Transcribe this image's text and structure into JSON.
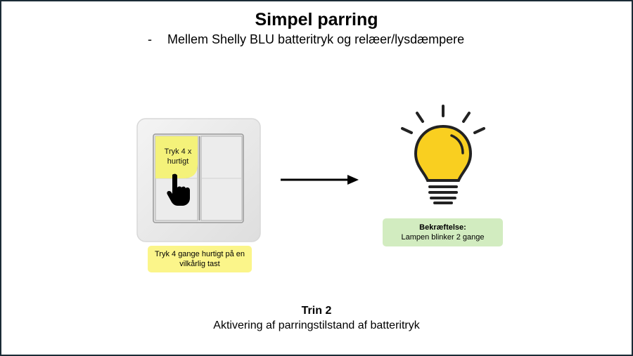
{
  "title": "Simpel parring",
  "subtitle": {
    "bullet": "-",
    "text": "Mellem Shelly BLU batteritryk og relæer/lysdæmpere"
  },
  "switch": {
    "press_label": "Tryk 4 x hurtigt",
    "instruction": "Tryk 4 gange hurtigt på en vilkårlig tast",
    "icons": [
      "hand-pointer-icon",
      "right-arrow-icon"
    ]
  },
  "confirmation": {
    "title": "Bekræftelse:",
    "text": "Lampen blinker 2 gange",
    "icon": "light-bulb-icon"
  },
  "step": {
    "label": "Trin 2",
    "description": "Aktivering af parringstilstand af batteritryk"
  },
  "colors": {
    "frame": "#1b2b36",
    "highlight_yellow": "#fbf58a",
    "confirmation_green": "#d2ecc0",
    "bulb_yellow": "#f9cf20"
  }
}
